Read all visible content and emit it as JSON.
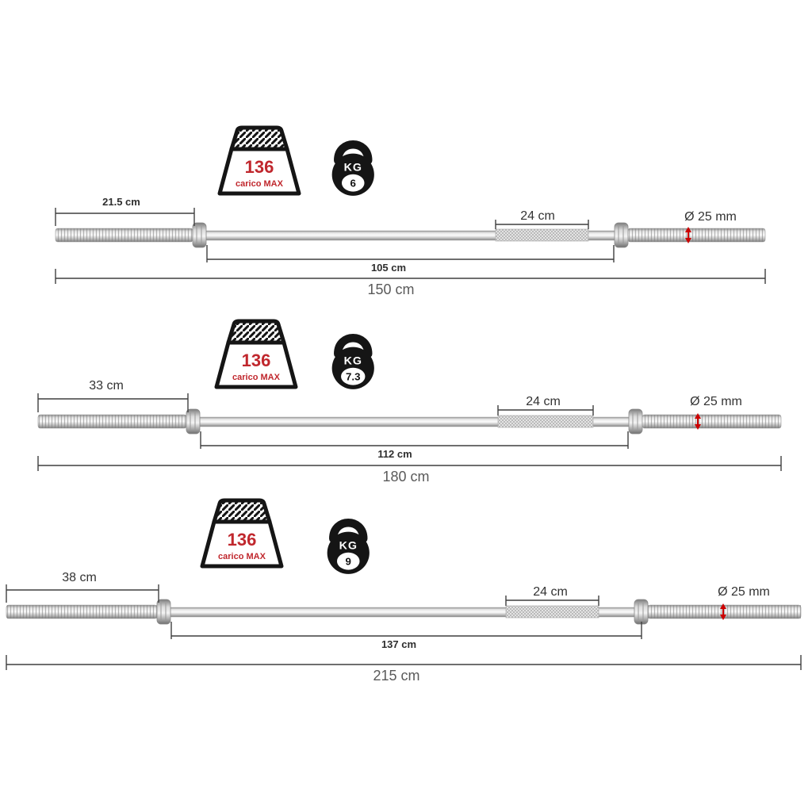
{
  "diagram": {
    "title": "barbell-size-comparison",
    "rows": [
      {
        "max_load": {
          "value": "136",
          "label": "carico MAX"
        },
        "kettlebell": {
          "unit": "KG",
          "weight": "6"
        },
        "dims": {
          "sleeve": "21.5 cm",
          "grip": "24 cm",
          "diameter": "Ø 25 mm",
          "inner": "105 cm",
          "total": "150 cm"
        }
      },
      {
        "max_load": {
          "value": "136",
          "label": "carico MAX"
        },
        "kettlebell": {
          "unit": "KG",
          "weight": "7.3"
        },
        "dims": {
          "sleeve": "33 cm",
          "grip": "24 cm",
          "diameter": "Ø 25 mm",
          "inner": "112 cm",
          "total": "180 cm"
        }
      },
      {
        "max_load": {
          "value": "136",
          "label": "carico MAX"
        },
        "kettlebell": {
          "unit": "KG",
          "weight": "9"
        },
        "dims": {
          "sleeve": "38 cm",
          "grip": "24 cm",
          "diameter": "Ø 25 mm",
          "inner": "137 cm",
          "total": "215 cm"
        }
      }
    ],
    "colors": {
      "accent_red": "#c0272d",
      "dimension_arrow_red": "#cc0000",
      "dimension_line": "#3f3f3f",
      "total_label_gray": "#5a5a5a"
    }
  }
}
